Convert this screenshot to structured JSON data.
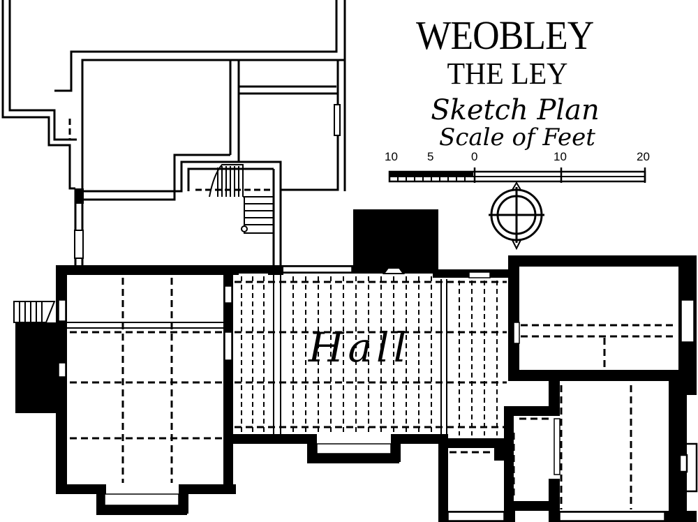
{
  "title": "WEOBLEY",
  "subtitle": "THE LEY",
  "plan_type": "Sketch Plan",
  "scale_caption": "Scale of Feet",
  "scale_ticks": [
    "10",
    "5",
    "0",
    "10",
    "20"
  ],
  "room_label": "Hall",
  "colors": {
    "ink": "#000000",
    "paper": "#ffffff"
  },
  "icons": {
    "compass": "compass-rose-icon"
  }
}
